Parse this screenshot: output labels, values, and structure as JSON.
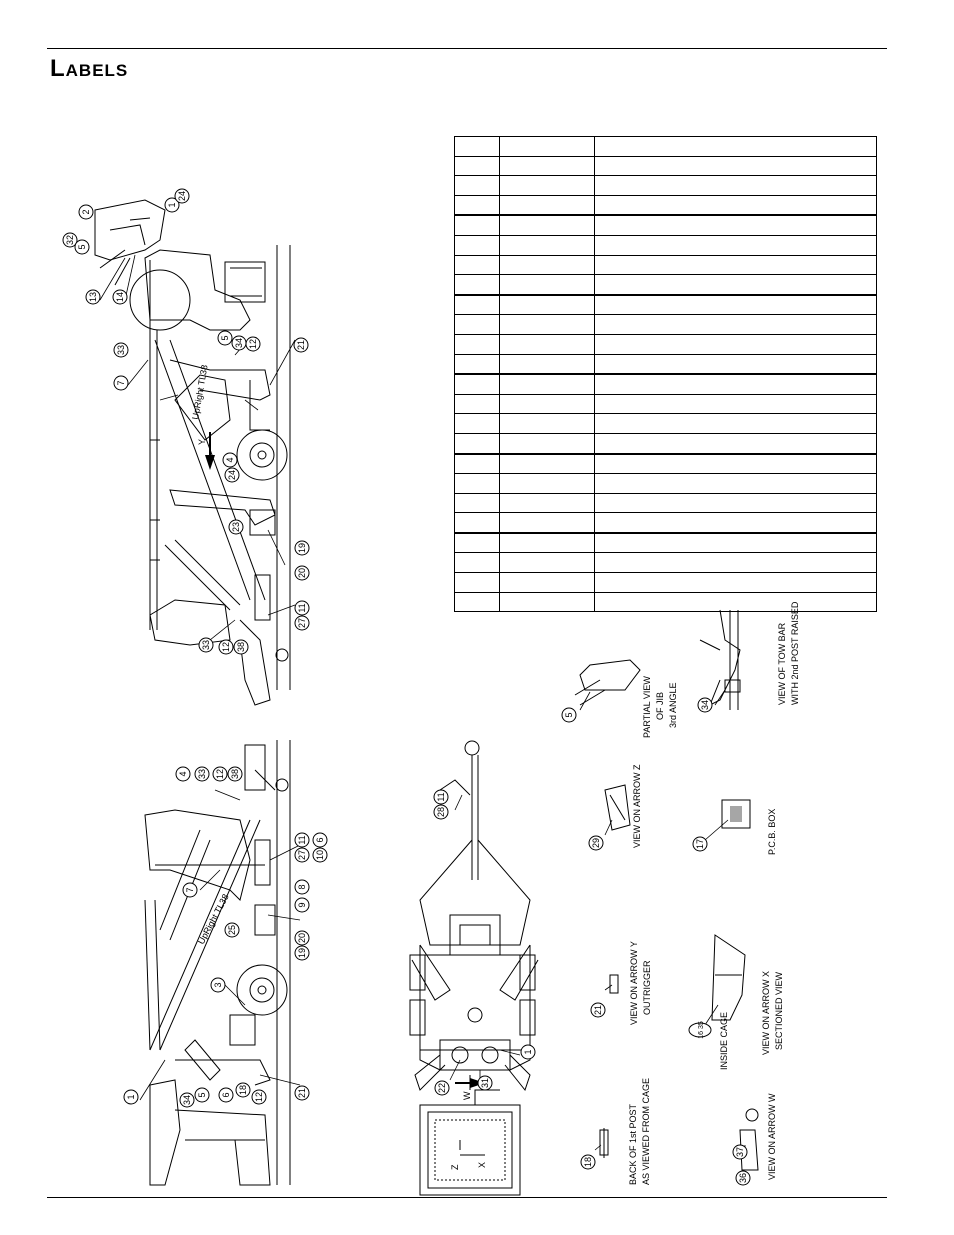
{
  "page": {
    "title": "Labels"
  },
  "table": {
    "rows": 24,
    "columns": 3
  },
  "views": {
    "top": {
      "model": "UpRight TL38",
      "callouts": [
        "2",
        "1",
        "24",
        "32",
        "5",
        "13",
        "14",
        "33",
        "7",
        "5",
        "34",
        "12",
        "21",
        "4",
        "24",
        "23",
        "19",
        "20",
        "11",
        "27",
        "33",
        "12",
        "38"
      ],
      "arrow": "Y"
    },
    "bottom": {
      "model": "UpRight TL38",
      "callouts": [
        "4",
        "33",
        "12",
        "38",
        "11",
        "27",
        "6",
        "10",
        "8",
        "9",
        "7",
        "25",
        "20",
        "19",
        "3",
        "1",
        "34",
        "5",
        "6",
        "18",
        "12",
        "21"
      ]
    },
    "jib": {
      "caption": [
        "PARTIAL VIEW",
        "OF JIB",
        "3rd ANGLE"
      ],
      "callout": "5"
    },
    "tow_bar": {
      "caption": [
        "VIEW OF TOW BAR",
        "WITH 2nd POST RAISED"
      ],
      "callout": "34"
    },
    "plan": {
      "callouts": [
        "28",
        "11",
        "22",
        "31",
        "1"
      ],
      "arrow": "W"
    },
    "arrow_z": {
      "caption": [
        "VIEW ON ARROW Z"
      ],
      "callout": "29"
    },
    "pcb_box": {
      "caption": [
        "P.C.B. BOX"
      ],
      "callout": "17"
    },
    "arrow_y": {
      "caption": [
        "VIEW ON ARROW Y",
        "OUTRIGGER"
      ],
      "callout": "21"
    },
    "arrow_x": {
      "caption": [
        "VIEW ON ARROW X",
        "SECTIONED VIEW"
      ],
      "callout": "16 35",
      "note": "INSIDE CAGE"
    },
    "post": {
      "caption": [
        "BACK OF 1st POST",
        "AS VIEWED FROM CAGE"
      ],
      "callout": "18"
    },
    "arrow_w": {
      "caption": [
        "VIEW ON ARROW W"
      ],
      "callouts": [
        "37",
        "36"
      ]
    },
    "cage": {
      "axes": [
        "Z",
        "X"
      ]
    }
  }
}
